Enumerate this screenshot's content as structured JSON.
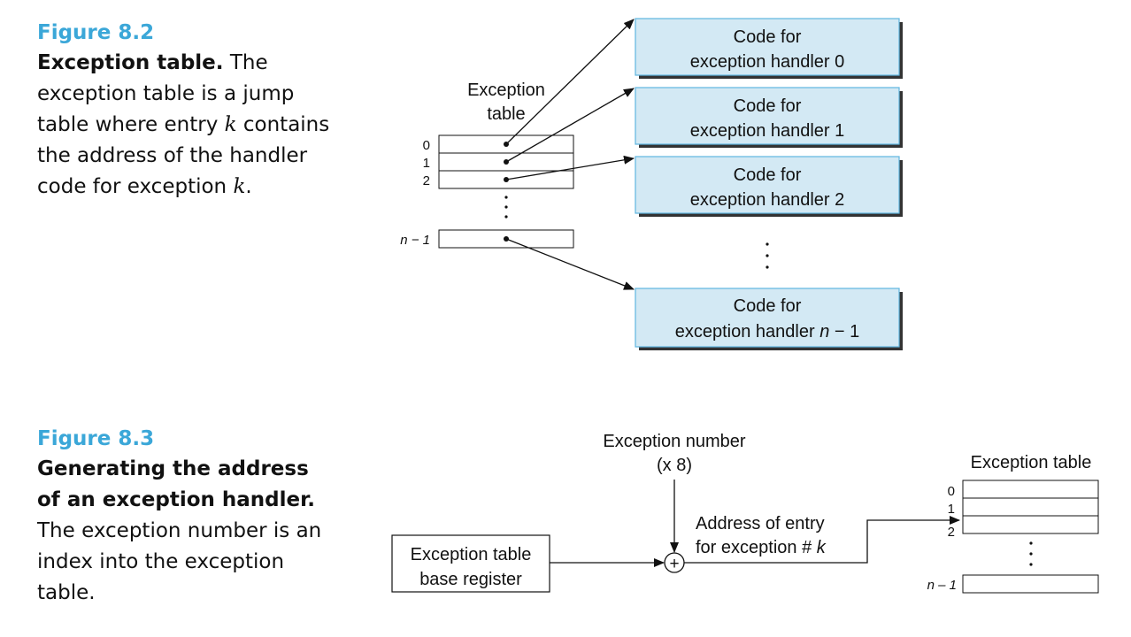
{
  "figure_8_2": {
    "label": "Figure 8.2",
    "title": "Exception table.",
    "text_a": " The exception table is a jump table where entry ",
    "k1": "k",
    "text_b": " contains the address of the handler code for exception ",
    "k2": "k",
    "text_c": ".",
    "diagram": {
      "table_title_line1": "Exception",
      "table_title_line2": "table",
      "row_indices": [
        "0",
        "1",
        "2",
        "n − 1"
      ],
      "handlers": [
        {
          "line1": "Code for",
          "line2": "exception handler 0"
        },
        {
          "line1": "Code for",
          "line2": "exception handler 1"
        },
        {
          "line1": "Code for",
          "line2": "exception handler 2"
        },
        {
          "line1": "Code for",
          "line2_prefix": "exception handler ",
          "line2_var": "n",
          "line2_suffix": " − 1"
        }
      ]
    }
  },
  "figure_8_3": {
    "label": "Figure 8.3",
    "title_line1": "Generating the address",
    "title_line2": "of an exception handler.",
    "text": "The exception number is an index into the exception table.",
    "diagram": {
      "exception_number_line1": "Exception number",
      "exception_number_line2": "(x 8)",
      "base_register_line1": "Exception table",
      "base_register_line2": "base register",
      "plus_symbol": "+",
      "address_line1": "Address of entry",
      "address_line2_prefix": "for exception # ",
      "address_line2_var": "k",
      "table_title": "Exception table",
      "row_indices": [
        "0",
        "1",
        "2",
        "n – 1"
      ]
    }
  },
  "colors": {
    "figure_label": "#3ba7d8",
    "handler_box_fill": "#d3e9f4",
    "handler_box_border": "#5fb6df",
    "handler_box_shadow": "#333333"
  }
}
